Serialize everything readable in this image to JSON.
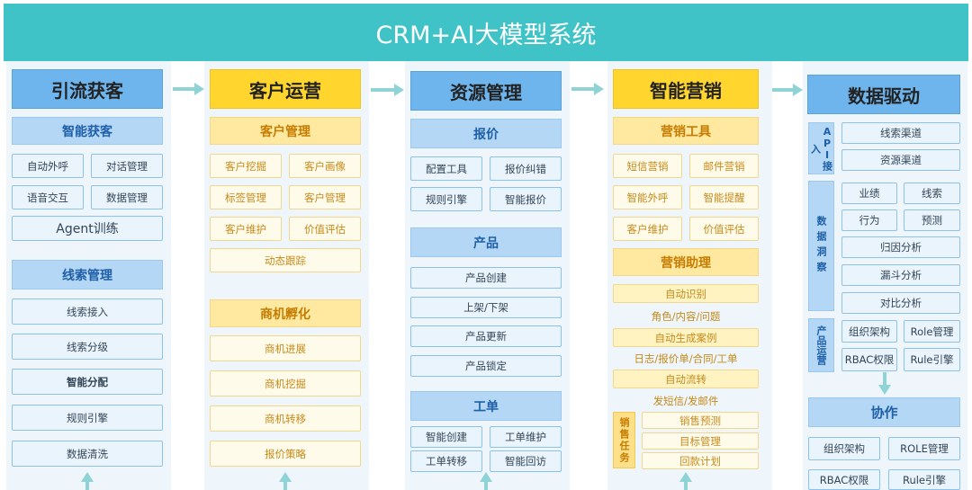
{
  "title": "CRM+AI大模型系统",
  "col1": {
    "header": "引流获客",
    "sec1": "智能获客",
    "items1": [
      "自动外呼",
      "对话管理",
      "语音交互",
      "数据管理"
    ],
    "wide": "Agent训练",
    "sec2": "线索管理",
    "list": [
      "线索接入",
      "线索分级",
      "智能分配",
      "规则引擎",
      "数据清洗"
    ]
  },
  "col2": {
    "header": "客户运营",
    "sec1": "客户管理",
    "items": [
      "客户挖掘",
      "客户画像",
      "标签管理",
      "客户管理",
      "客户维护",
      "价值评估"
    ],
    "wide": "动态跟踪",
    "sec2": "商机孵化",
    "list": [
      "商机进展",
      "商机挖掘",
      "商机转移",
      "报价策略"
    ]
  },
  "col3": {
    "header": "资源管理",
    "sec1": "报价",
    "items1": [
      "配置工具",
      "报价纠错",
      "规则引擎",
      "智能报价"
    ],
    "sec2": "产品",
    "list": [
      "产品创建",
      "上架/下架",
      "产品更新",
      "产品锁定"
    ],
    "sec3": "工单",
    "items3": [
      "智能创建",
      "工单维护",
      "工单转移",
      "智能回访"
    ]
  },
  "col4": {
    "header": "智能营销",
    "sec1": "营销工具",
    "items": [
      "短信营销",
      "邮件营销",
      "智能外呼",
      "智能提醒",
      "客户维护",
      "价值评估"
    ],
    "sec2": "营销助理",
    "list": [
      "自动识别",
      "角色/内容/问题",
      "自动生成案例",
      "日志/报价单/合同/工单",
      "自动流转",
      "发短信/发邮件"
    ],
    "vlabel": "销售任务",
    "tasks": [
      "销售预测",
      "目标管理",
      "回款计划"
    ]
  },
  "col5": {
    "header": "数据驱动",
    "v1": "API接入",
    "items1": [
      "线索渠道",
      "资源渠道"
    ],
    "v2": "数据洞察",
    "items2": [
      "业绩",
      "线索",
      "行为",
      "预测"
    ],
    "list2": [
      "归因分析",
      "漏斗分析",
      "对比分析"
    ],
    "v3": "产品运营",
    "items3": [
      "组织架构",
      "Role管理",
      "RBAC权限",
      "Rule引擎"
    ],
    "sec": "协作",
    "items4": [
      "组织架构",
      "ROLE管理",
      "RBAC权限",
      "Rule引擎"
    ]
  },
  "colors": {
    "teal": "#3fc3c7",
    "blue": "#6eb5ee",
    "yellow": "#ffd52e",
    "arrow": "#8fd3d6"
  }
}
